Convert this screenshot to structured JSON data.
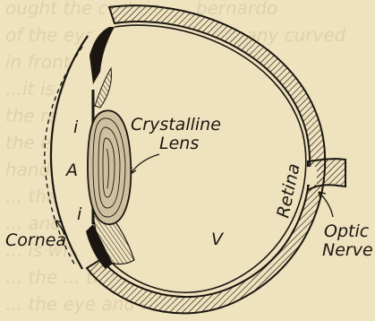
{
  "background_text": [
    "ought the curtain - ...bernardo",
    "of the eye, composed of many curved",
    "in front of the lens ...the lens",
    "...it is correction",
    "the retina ...the image",
    "the eye ...optic nerve",
    "hand ...the vitreous humor.",
    "... the retina",
    "... and the vision",
    "... is what ...",
    "... the ... there",
    "... the eye and retina ..."
  ],
  "labels": {
    "crystalline_line1": "Crystalline",
    "crystalline_line2": "Lens",
    "iris_upper": "i",
    "iris_lower": "i",
    "aqueous": "A",
    "vitreous": "V",
    "retina": "Retina",
    "optic_line1": "Optic",
    "optic_line2": "Nerve",
    "cornea": "Cornea"
  },
  "colors": {
    "paper": "#efe2bf",
    "ink": "#1b1710",
    "faded_text": "#d8c9a2"
  }
}
